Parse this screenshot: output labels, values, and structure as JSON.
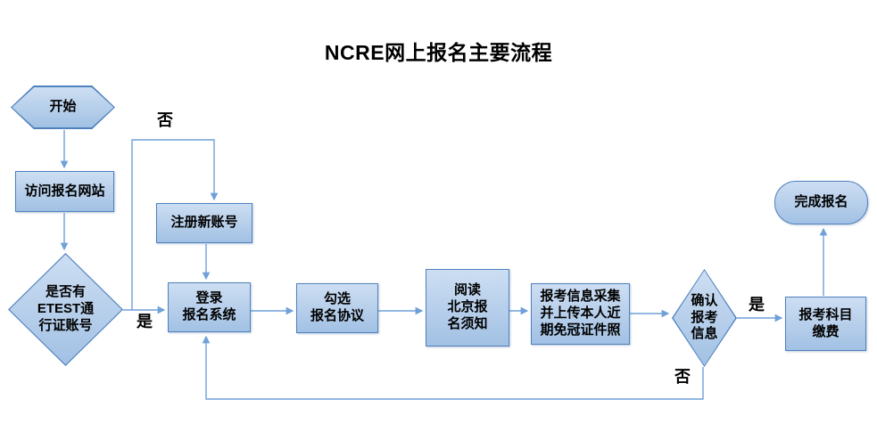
{
  "title": "NCRE网上报名主要流程",
  "flowchart": {
    "nodes": {
      "start": {
        "label": "开始",
        "shape": "hexagon"
      },
      "visit_site": {
        "label": "访问报名网站",
        "shape": "rect"
      },
      "has_account": {
        "label": "是否有\nETEST通\n行证账号",
        "shape": "diamond"
      },
      "register_new": {
        "label": "注册新账号",
        "shape": "rect"
      },
      "login": {
        "label": "登录\n报名系统",
        "shape": "rect"
      },
      "agreement": {
        "label": "勾选\n报名协议",
        "shape": "rect"
      },
      "notice": {
        "label": "阅读\n北京报\n名须知",
        "shape": "rect"
      },
      "collect_info": {
        "label": "报考信息采集\n并上传本人近\n期免冠证件照",
        "shape": "rect"
      },
      "confirm_info": {
        "label": "确认\n报考\n信息",
        "shape": "diamond"
      },
      "pay": {
        "label": "报考科目\n缴费",
        "shape": "rect"
      },
      "finish": {
        "label": "完成报名",
        "shape": "rounded"
      }
    },
    "edge_labels": {
      "no_to_register": "否",
      "yes_to_login": "是",
      "yes_to_pay": "是",
      "no_back_to_login": "否"
    },
    "colors": {
      "shape_fill_top": "#cddef2",
      "shape_fill_bottom": "#a2c1e4",
      "shape_border": "#4f81bd",
      "connector": "#6fa0d8",
      "text": "#000000"
    }
  }
}
